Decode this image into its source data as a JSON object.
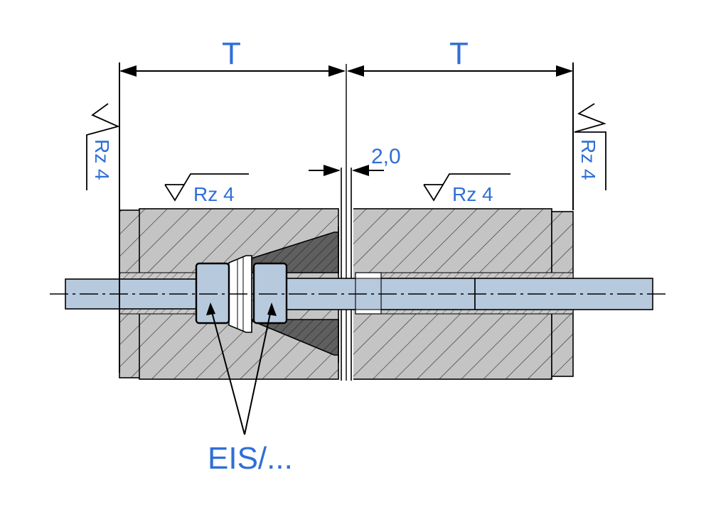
{
  "labels": {
    "dimension_left": "T",
    "dimension_right": "T",
    "gap": "2,0",
    "roughness_top_left": "Rz 4",
    "roughness_top_right": "Rz 4",
    "roughness_side_left": "Rz 4",
    "roughness_side_right": "Rz 4",
    "callout": "EIS/..."
  },
  "colors": {
    "label": "#2f6fd6",
    "body_fill": "#c4c4c4",
    "cone_fill": "#6e6e6e",
    "rod_fill": "#b7c9dd"
  }
}
